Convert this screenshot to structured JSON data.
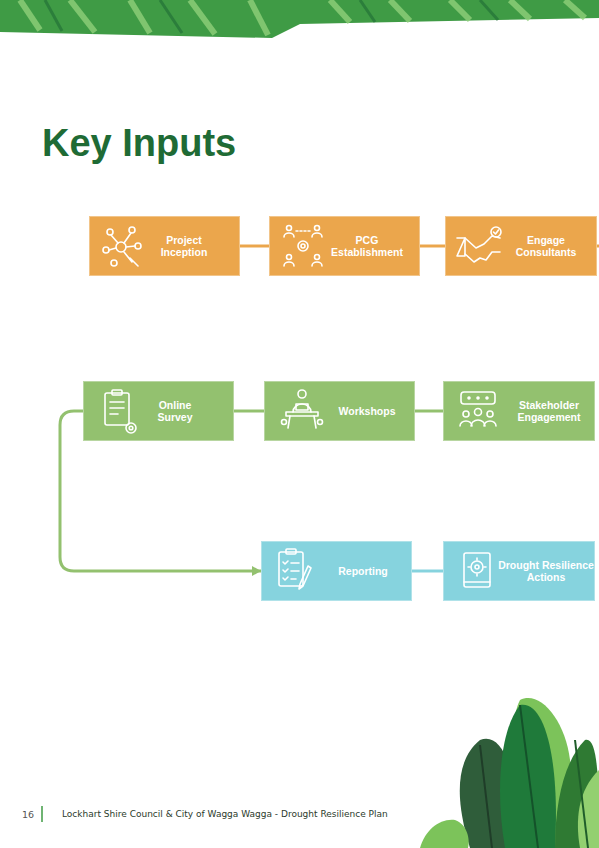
{
  "diagram": {
    "title": "Key Inputs",
    "nodes": [
      {
        "text": [
          "Project Inception"
        ]
      },
      {
        "text": [
          "PCG Establishment"
        ]
      },
      {
        "text": [
          "Engage Consultants"
        ]
      },
      {
        "text": [
          "Online Survey"
        ]
      },
      {
        "text": [
          "Workshops"
        ]
      },
      {
        "text": [
          "Stakeholder Engagement"
        ]
      },
      {
        "text": [
          "Reporting"
        ]
      },
      {
        "text": [
          "Drought Resilience Actions"
        ]
      }
    ],
    "edges": [
      {
        "from": 0,
        "to": 1,
        "arrow": "none"
      },
      {
        "from": 1,
        "to": 2,
        "arrow": "none"
      },
      {
        "from": 3,
        "to": 4,
        "arrow": "none"
      },
      {
        "from": 4,
        "to": 5,
        "arrow": "none"
      },
      {
        "from": 3,
        "to": 6,
        "arrow": "to"
      },
      {
        "from": 6,
        "to": 7,
        "arrow": "none"
      }
    ],
    "labels": [
      "16",
      "Lockhart Shire Council & City of Wagga Wagga - Drought Resilience Plan"
    ]
  }
}
